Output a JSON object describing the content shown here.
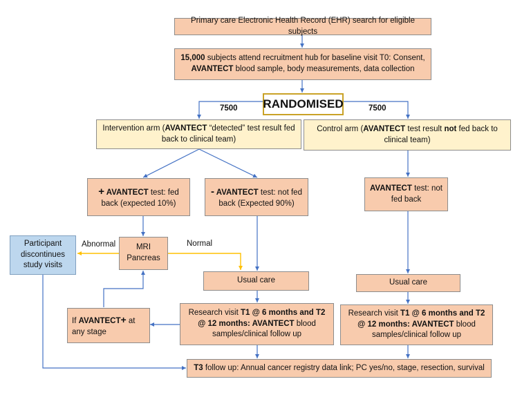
{
  "nodes": {
    "ehr": {
      "text": "Primary care Electronic Health Record (EHR) search for eligible  subjects"
    },
    "baseline": {
      "bold1": "15,000",
      "t1": " subjects attend recruitment hub for baseline visit T0: Consent, ",
      "bold2": "AVANTECT",
      "t2": " blood sample, body measurements, data collection"
    },
    "randomised": {
      "text": "RANDOMISED"
    },
    "intervention": {
      "t1": "Intervention arm (",
      "bold": "AVANTECT",
      "t2": " “detected” test result fed back to clinical team)"
    },
    "control": {
      "t1": "Control arm (",
      "bold1": "AVANTECT",
      "t2": " test result ",
      "bold2": "not",
      "t3": " fed back to clinical team)"
    },
    "pos_test": {
      "sign": "+",
      "bold": " AVANTECT",
      "t1": " test: fed back (expected 10%)"
    },
    "neg_test": {
      "sign": "-",
      "bold": " AVANTECT",
      "t1": " test: not fed back (Expected 90%)"
    },
    "control_test": {
      "bold": "AVANTECT",
      "t1": " test: not fed back"
    },
    "mri": {
      "text": "MRI Pancreas"
    },
    "discontinue": {
      "text": "Participant discontinues study visits"
    },
    "usual_care_left": {
      "text": "Usual care"
    },
    "usual_care_right": {
      "text": "Usual care"
    },
    "if_positive": {
      "t1": "If ",
      "bold": "AVANTECT",
      "sign": "+",
      "t2": " at any stage"
    },
    "research_left": {
      "t1": "Research visit ",
      "b1": "T1 @ 6 months and T2 @ 12 months: AVANTECT",
      "t2": " blood samples/clinical follow up"
    },
    "research_right": {
      "t1": "Research visit ",
      "b1": "T1 @ 6 months and T2 @ 12 months: AVANTECT",
      "t2": " blood samples/clinical follow up"
    },
    "t3": {
      "bold": "T3",
      "t1": " follow up: Annual cancer registry data link; PC yes/no, stage, resection, survival"
    }
  },
  "edge_labels": {
    "left_count": "7500",
    "right_count": "7500",
    "abnormal": "Abnormal",
    "normal": "Normal"
  },
  "colors": {
    "salmon": "#f8cbad",
    "cream": "#fff2cc",
    "blue": "#bdd7ee",
    "arrow_blue": "#4472c4",
    "arrow_yellow": "#ffc000"
  }
}
